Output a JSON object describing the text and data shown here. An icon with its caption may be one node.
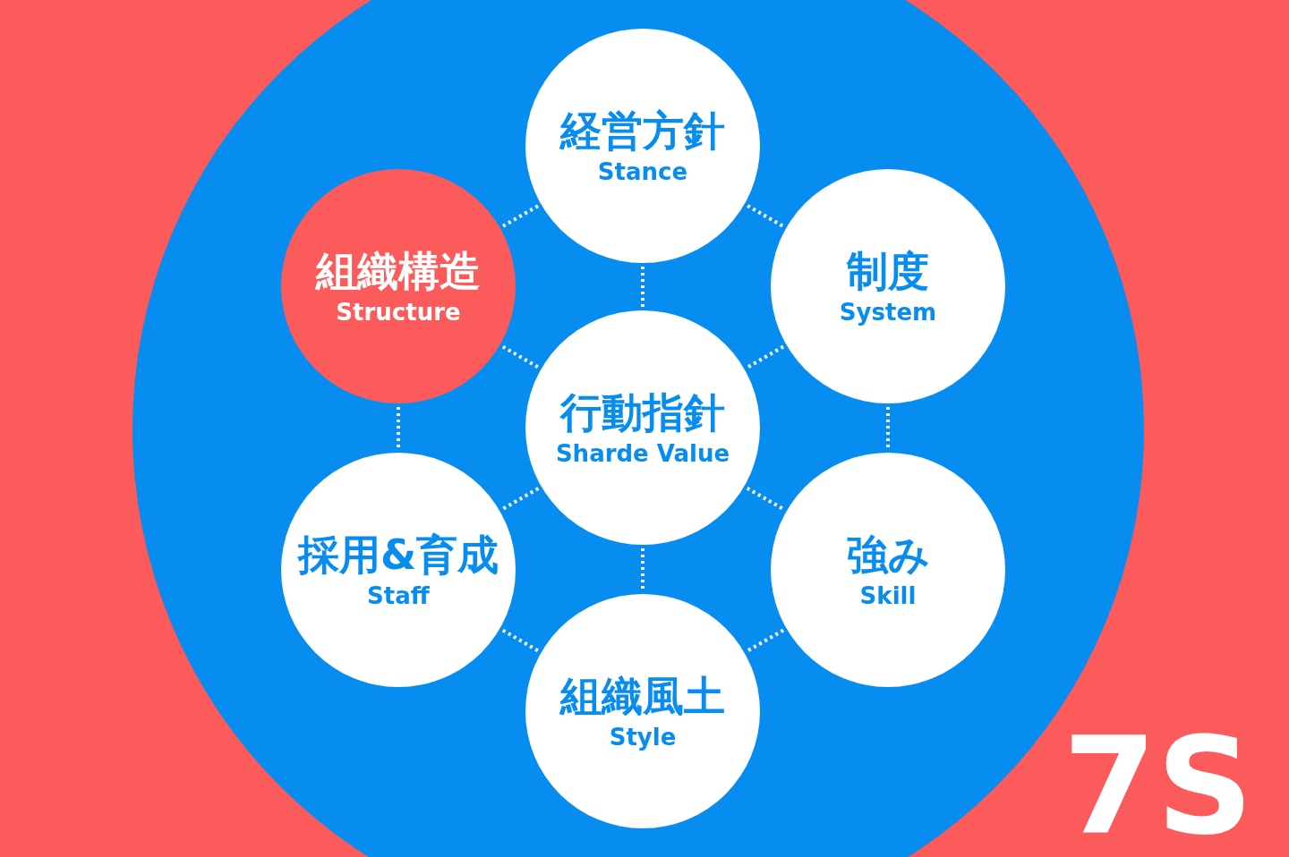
{
  "diagram": {
    "nodes": [
      {
        "text": [
          "経営方針",
          "Stance"
        ]
      },
      {
        "text": [
          "組織構造",
          "Structure"
        ]
      },
      {
        "text": [
          "制度",
          "System"
        ]
      },
      {
        "text": [
          "行動指針",
          "Sharde Value"
        ]
      },
      {
        "text": [
          "採用&育成",
          "Staff"
        ]
      },
      {
        "text": [
          "強み",
          "Skill"
        ]
      },
      {
        "text": [
          "組織風土",
          "Style"
        ]
      }
    ],
    "edges": [
      {
        "from": 0,
        "to": 1,
        "arrow": "none",
        "style": "dashed"
      },
      {
        "from": 0,
        "to": 2,
        "arrow": "none",
        "style": "dashed"
      },
      {
        "from": 0,
        "to": 3,
        "arrow": "none",
        "style": "dashed"
      },
      {
        "from": 1,
        "to": 3,
        "arrow": "none",
        "style": "dashed"
      },
      {
        "from": 2,
        "to": 3,
        "arrow": "none",
        "style": "dashed"
      },
      {
        "from": 1,
        "to": 4,
        "arrow": "none",
        "style": "dashed"
      },
      {
        "from": 2,
        "to": 5,
        "arrow": "none",
        "style": "dashed"
      },
      {
        "from": 3,
        "to": 4,
        "arrow": "none",
        "style": "dashed"
      },
      {
        "from": 3,
        "to": 5,
        "arrow": "none",
        "style": "dashed"
      },
      {
        "from": 3,
        "to": 6,
        "arrow": "none",
        "style": "dashed"
      },
      {
        "from": 4,
        "to": 6,
        "arrow": "none",
        "style": "dashed"
      },
      {
        "from": 5,
        "to": 6,
        "arrow": "none",
        "style": "dashed"
      }
    ],
    "labels": [
      "7S"
    ]
  }
}
